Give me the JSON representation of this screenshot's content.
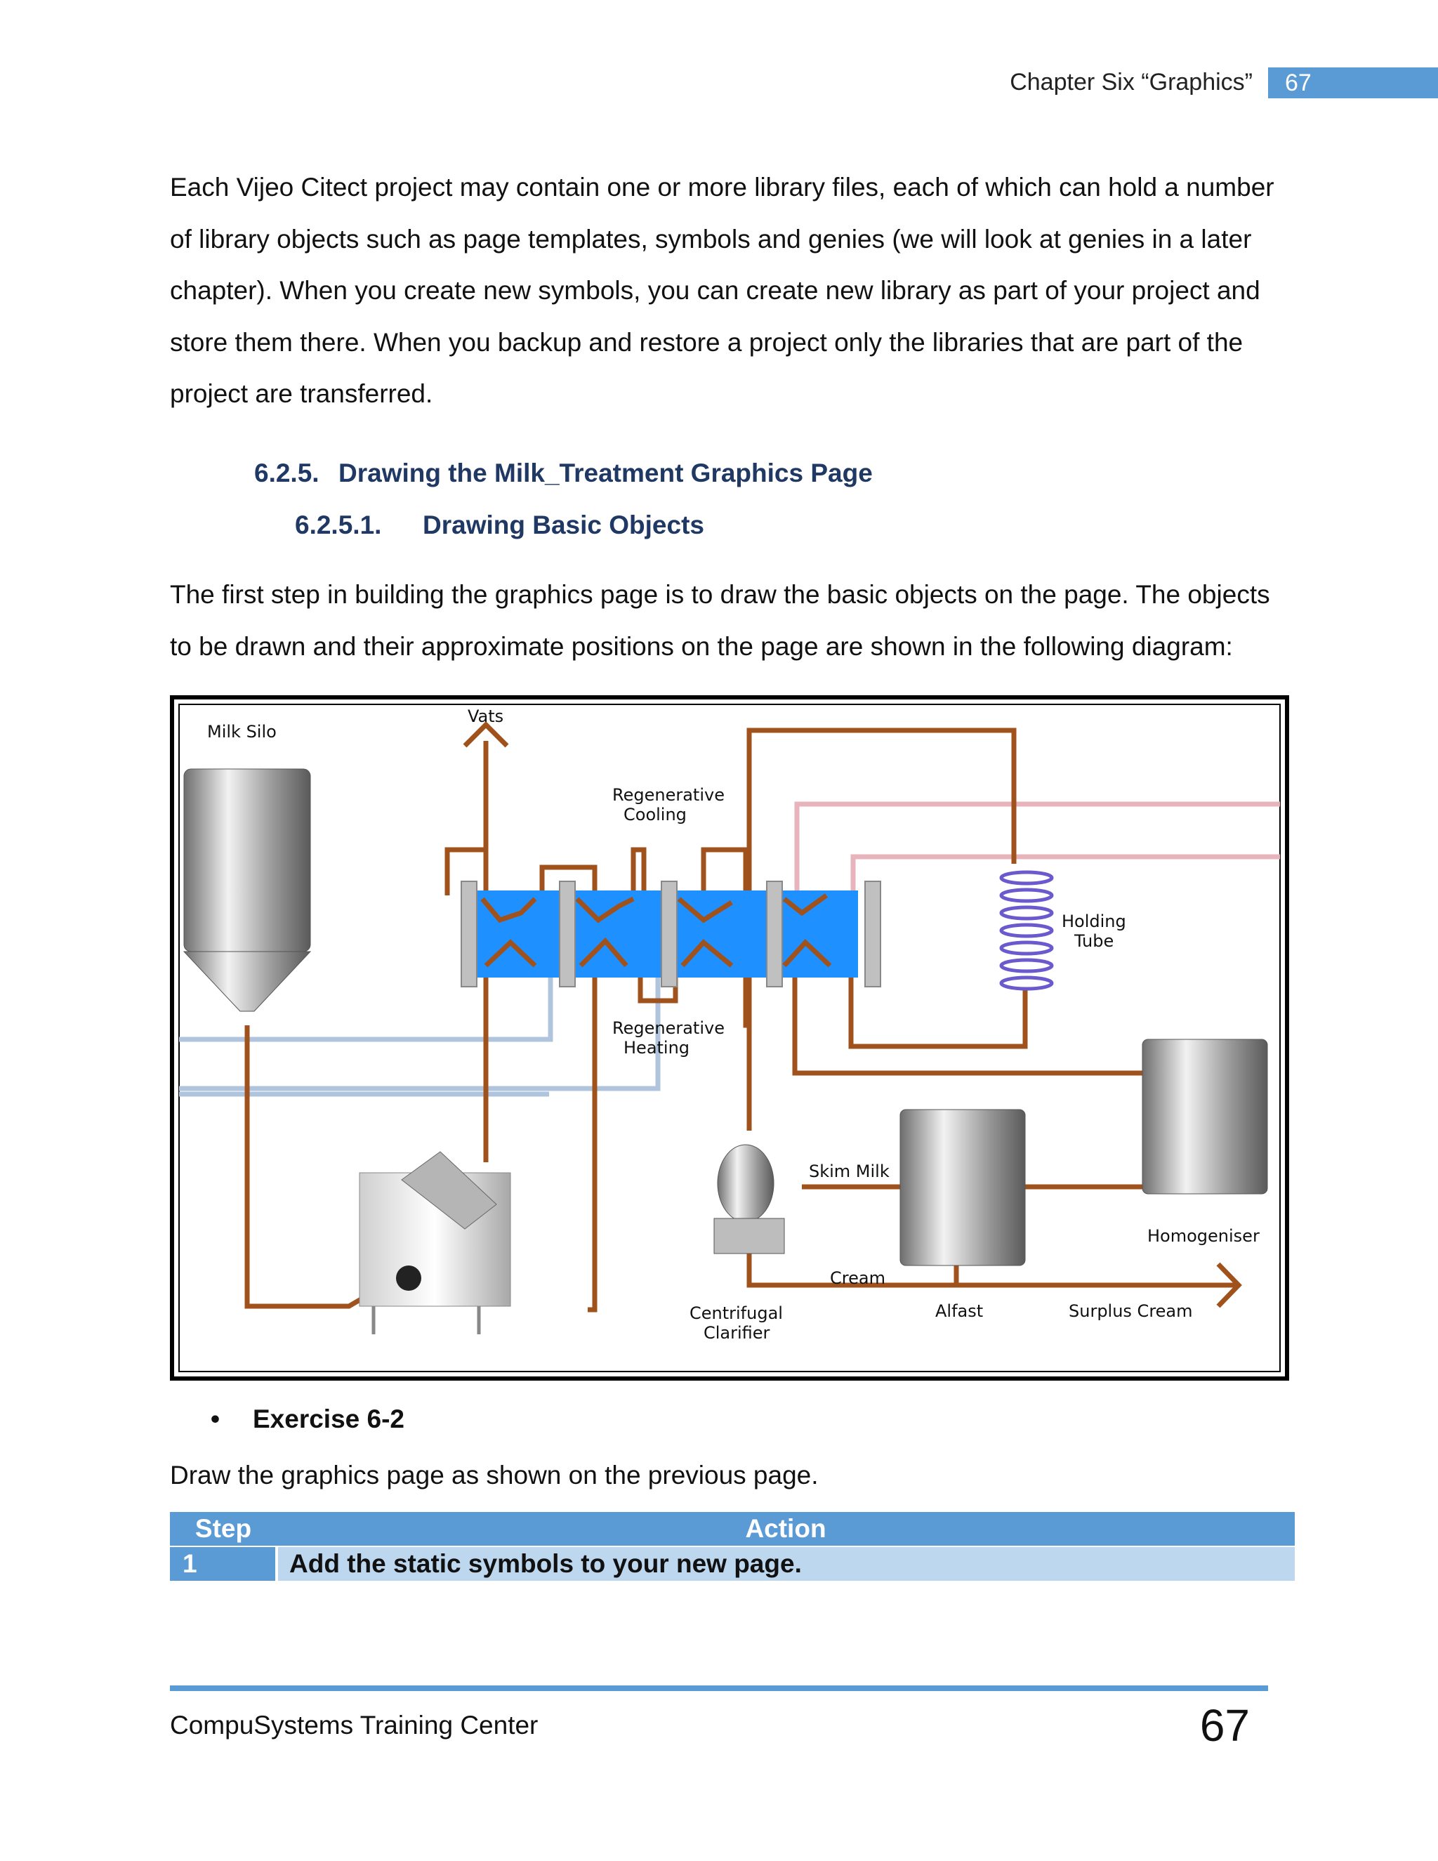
{
  "header": {
    "chapter": "Chapter Six “Graphics”",
    "page_number": "67"
  },
  "intro_paragraph": "Each Vijeo Citect project may contain one or more library files, each of which can hold a number of library objects such as page templates, symbols and genies (we will look at genies in a later chapter). When you create new symbols, you can create new library as part of your project and store them there. When you backup and restore a project only the libraries that are part of the project are transferred.",
  "section": {
    "number": "6.2.5.",
    "title": "Drawing the Milk_Treatment Graphics Page"
  },
  "subsection": {
    "number": "6.2.5.1.",
    "title": "Drawing Basic Objects"
  },
  "step_paragraph": "The first step in building the graphics page is to draw the basic objects on the page. The objects to be drawn and their approximate positions on the page are shown in the following diagram:",
  "diagram": {
    "labels": {
      "milk_silo": "Milk Silo",
      "vats": "Vats",
      "regen_cooling_1": "Regenerative",
      "regen_cooling_2": "Cooling",
      "regen_heating_1": "Regenerative",
      "regen_heating_2": "Heating",
      "holding_1": "Holding",
      "holding_2": "Tube",
      "skim_milk": "Skim Milk",
      "homogeniser": "Homogeniser",
      "cream": "Cream",
      "alfast": "Alfast",
      "surplus_cream": "Surplus Cream",
      "centrifugal_1": "Centrifugal",
      "centrifugal_2": "Clarifier"
    },
    "colors": {
      "pipe": "#a0521d",
      "heat_exchanger": "#1e90ff",
      "plates": "#c0c0c0",
      "pink_pipe": "#e8b4bc",
      "blue_pipe": "#b0c4de",
      "coil": "#6a5acd"
    }
  },
  "exercise": {
    "bullet": "•",
    "title": "Exercise 6-2",
    "instruction": "Draw the graphics page as shown on the previous page."
  },
  "table": {
    "headers": {
      "step": "Step",
      "action": "Action"
    },
    "rows": [
      {
        "step": "1",
        "action": "Add the static symbols to your new page."
      }
    ]
  },
  "footer": {
    "company": "CompuSystems Training Center",
    "page_number": "67"
  }
}
